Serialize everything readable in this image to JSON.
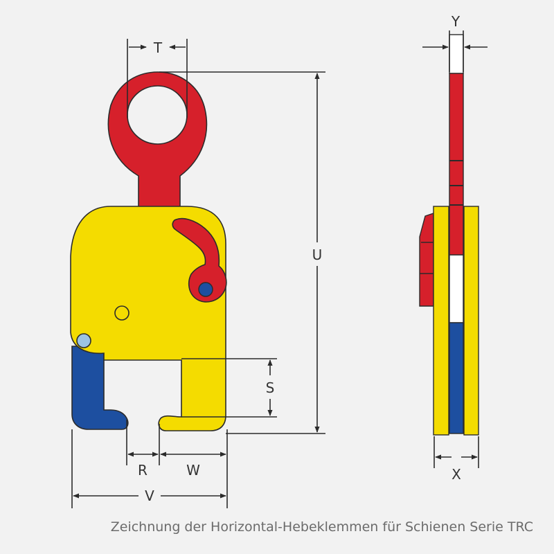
{
  "colors": {
    "background": "#f2f2f2",
    "red": "#d6202b",
    "yellow": "#f4dc00",
    "blue": "#1d4fa0",
    "outline": "#2b2b2b",
    "pin_light": "#9cc3e3"
  },
  "dimensions": {
    "T": "T",
    "Y": "Y",
    "U": "U",
    "S": "S",
    "R": "R",
    "W": "W",
    "V": "V",
    "X": "X"
  },
  "caption": "Zeichnung der Horizontal-Hebeklemmen für Schienen Serie TRC"
}
